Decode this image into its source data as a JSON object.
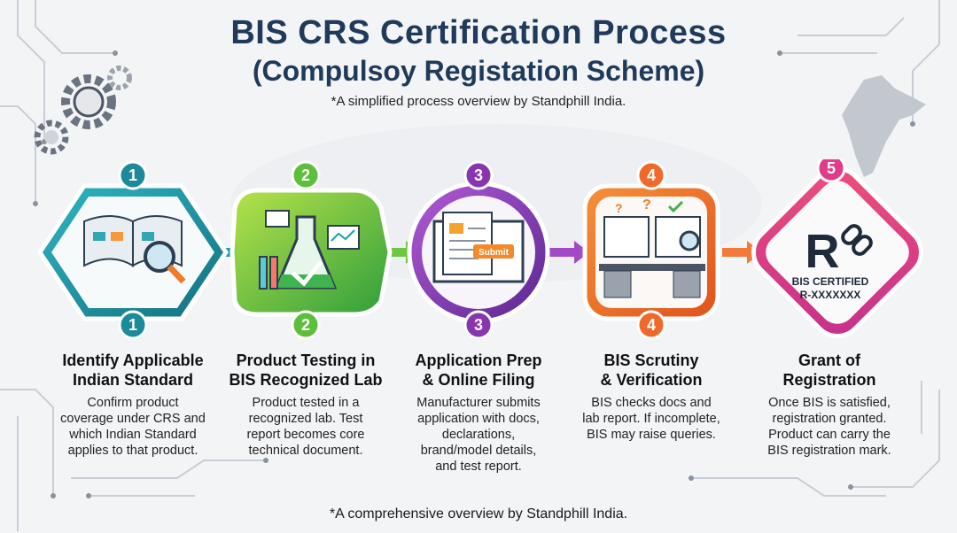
{
  "title_line1": "BIS CRS Certification Process",
  "title_line2": "(Compulsoy Registation Scheme)",
  "subtitle": "*A simplified process overview by Standphill India.",
  "footer": "*A comprehensive overview by Standphill India.",
  "steps": [
    {
      "number": "1",
      "title_a": "Identify Applicable",
      "title_b": "Indian Standard",
      "desc": [
        "Confirm product",
        "coverage under CRS and",
        "which Indian Standard",
        "applies to that product."
      ],
      "color": "#1b8a9a"
    },
    {
      "number": "2",
      "title_a": "Product Testing in",
      "title_b": "BIS Recognized Lab",
      "desc": [
        "Product tested in a",
        "recognized lab. Test",
        "report becomes core",
        "technical document."
      ],
      "color": "#5cbf3a"
    },
    {
      "number": "3",
      "title_a": "Application Prep",
      "title_b": "& Online Filing",
      "desc": [
        "Manufacturer submits",
        "application with docs,",
        "declarations,",
        "brand/model details,",
        "and test report."
      ],
      "color": "#8a35b0",
      "submit_label": "Submit"
    },
    {
      "number": "4",
      "title_a": "BIS Scrutiny",
      "title_b": "& Verification",
      "desc": [
        "BIS checks docs and",
        "lab report. If incomplete,",
        "BIS may raise queries."
      ],
      "color": "#ef6a2a"
    },
    {
      "number": "5",
      "title_a": "Grant of",
      "title_b": "Registration",
      "desc": [
        "Once BIS is satisfied,",
        "registration granted.",
        "Product can carry the",
        "BIS registration mark."
      ],
      "color": "#e23b8a",
      "mark_line1": "BIS CERTIFIED",
      "mark_line2": "R-XXXXXXX"
    }
  ]
}
